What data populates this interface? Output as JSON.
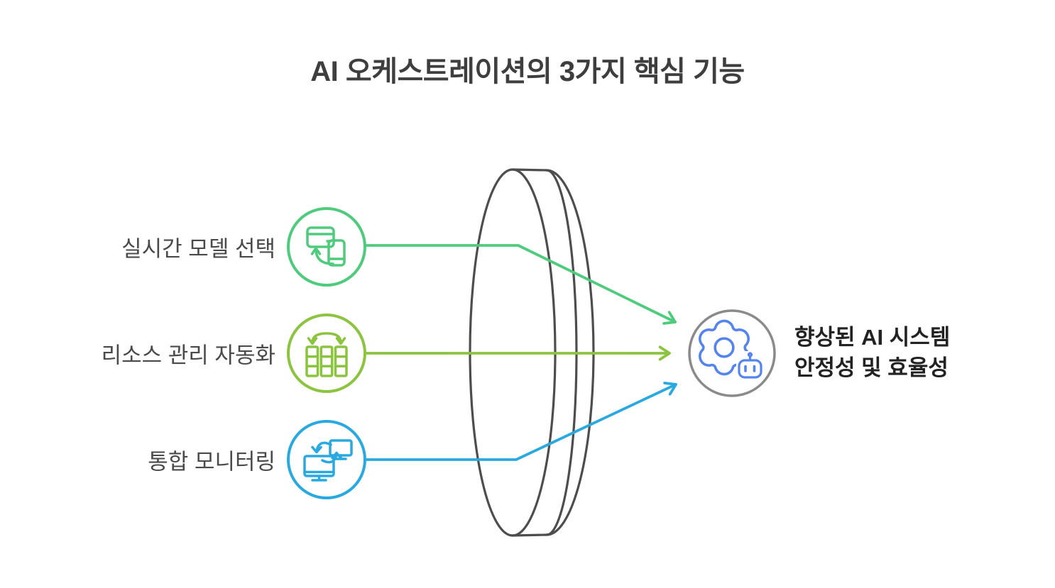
{
  "title": "AI 오케스트레이션의 3가지 핵심 기능",
  "lens": {
    "name": "converging-lens",
    "color": "#4d4d4d"
  },
  "inputs": [
    {
      "label": "실시간 모델 선택",
      "icon": "device-swap-icon",
      "color": "#4ecb7d"
    },
    {
      "label": "리소스 관리 자동화",
      "icon": "server-distribution-icon",
      "color": "#8cc43f"
    },
    {
      "label": "통합 모니터링",
      "icon": "monitor-sync-icon",
      "color": "#29a9e0"
    }
  ],
  "output": {
    "label_line1": "향상된 AI 시스템",
    "label_line2": "안정성 및 효율성",
    "icon": "gear-robot-icon",
    "icon_color": "#5584ef",
    "ring_color": "#8a8a8a"
  }
}
